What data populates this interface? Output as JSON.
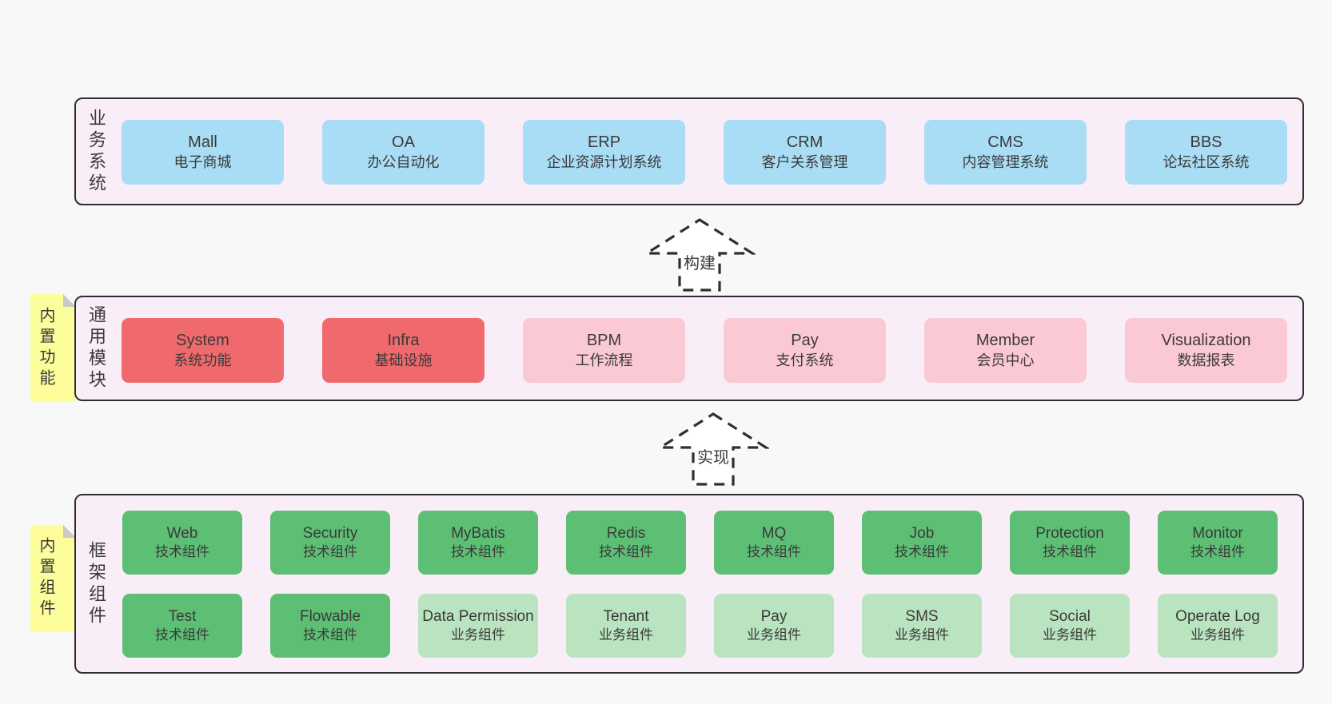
{
  "palette": {
    "page_bg": "#f8f8f8",
    "panel_bg": "#f9eef8",
    "border": "#2f2f2f",
    "text": "#3a3a3a",
    "blue": "#a9ddf5",
    "red": "#f0696d",
    "pink": "#fbc9d4",
    "green_dark": "#5dbf74",
    "green_light": "#b9e4bf",
    "yellow": "#fdfd9c",
    "fold_gray": "#c9c9c9"
  },
  "arrows": [
    {
      "label": "构建"
    },
    {
      "label": "实现"
    }
  ],
  "layers": [
    {
      "label": "业务系统",
      "boxes": [
        {
          "title": "Mall",
          "subtitle": "电子商城",
          "variant": "blue"
        },
        {
          "title": "OA",
          "subtitle": "办公自动化",
          "variant": "blue"
        },
        {
          "title": "ERP",
          "subtitle": "企业资源计划系统",
          "variant": "blue"
        },
        {
          "title": "CRM",
          "subtitle": "客户关系管理",
          "variant": "blue"
        },
        {
          "title": "CMS",
          "subtitle": "内容管理系统",
          "variant": "blue"
        },
        {
          "title": "BBS",
          "subtitle": "论坛社区系统",
          "variant": "blue"
        }
      ]
    },
    {
      "label": "通用模块",
      "note": "内置功能",
      "boxes": [
        {
          "title": "System",
          "subtitle": "系统功能",
          "variant": "red"
        },
        {
          "title": "Infra",
          "subtitle": "基础设施",
          "variant": "red"
        },
        {
          "title": "BPM",
          "subtitle": "工作流程",
          "variant": "pink"
        },
        {
          "title": "Pay",
          "subtitle": "支付系统",
          "variant": "pink"
        },
        {
          "title": "Member",
          "subtitle": "会员中心",
          "variant": "pink"
        },
        {
          "title": "Visualization",
          "subtitle": "数据报表",
          "variant": "pink"
        }
      ]
    },
    {
      "label": "框架组件",
      "note": "内置组件",
      "boxes": [
        {
          "title": "Web",
          "subtitle": "技术组件",
          "variant": "green"
        },
        {
          "title": "Security",
          "subtitle": "技术组件",
          "variant": "green"
        },
        {
          "title": "MyBatis",
          "subtitle": "技术组件",
          "variant": "green"
        },
        {
          "title": "Redis",
          "subtitle": "技术组件",
          "variant": "green"
        },
        {
          "title": "MQ",
          "subtitle": "技术组件",
          "variant": "green"
        },
        {
          "title": "Job",
          "subtitle": "技术组件",
          "variant": "green"
        },
        {
          "title": "Protection",
          "subtitle": "技术组件",
          "variant": "green"
        },
        {
          "title": "Monitor",
          "subtitle": "技术组件",
          "variant": "green"
        },
        {
          "title": "Test",
          "subtitle": "技术组件",
          "variant": "green"
        },
        {
          "title": "Flowable",
          "subtitle": "技术组件",
          "variant": "green"
        },
        {
          "title": "Data Permission",
          "subtitle": "业务组件",
          "variant": "lgreen"
        },
        {
          "title": "Tenant",
          "subtitle": "业务组件",
          "variant": "lgreen"
        },
        {
          "title": "Pay",
          "subtitle": "业务组件",
          "variant": "lgreen"
        },
        {
          "title": "SMS",
          "subtitle": "业务组件",
          "variant": "lgreen"
        },
        {
          "title": "Social",
          "subtitle": "业务组件",
          "variant": "lgreen"
        },
        {
          "title": "Operate Log",
          "subtitle": "业务组件",
          "variant": "lgreen"
        }
      ]
    }
  ]
}
